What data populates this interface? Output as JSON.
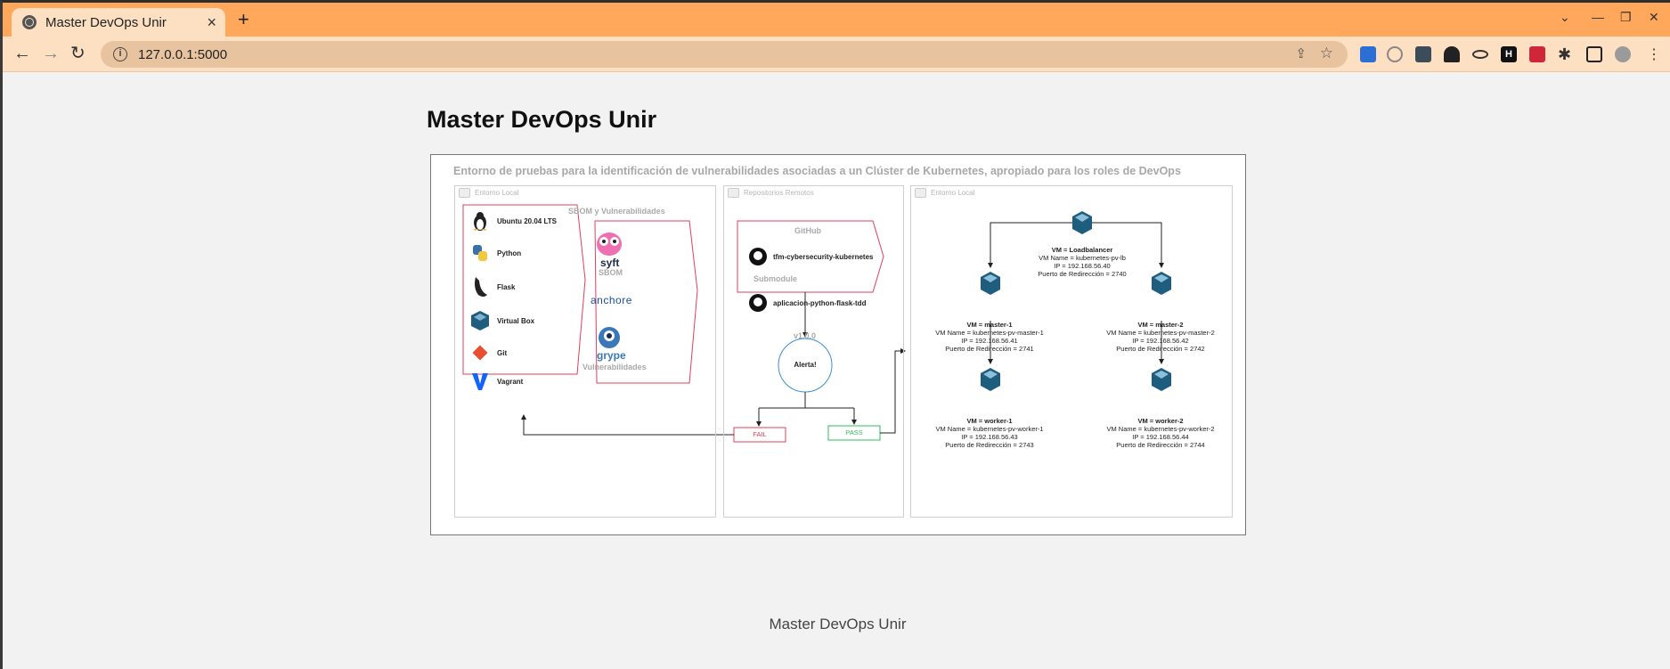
{
  "browser": {
    "tab_title": "Master DevOps Unir",
    "url": "127.0.0.1:5000"
  },
  "page": {
    "heading": "Master DevOps Unir",
    "footer": "Master DevOps Unir"
  },
  "diagram": {
    "caption": "Entorno de pruebas para la identificación de vulnerabilidades asociadas a un Clúster de Kubernetes, apropiado para los roles de DevOps",
    "groups": {
      "local1": "Entorno Local",
      "remote": "Repositorios Remotos",
      "local2": "Entorno Local"
    },
    "tools": [
      "Ubuntu 20.04 LTS",
      "Python",
      "Flask",
      "Virtual Box",
      "Git",
      "Vagrant"
    ],
    "sbom": {
      "header": "SBOM y Vulnerabilidades",
      "syft": "syft",
      "sbom_label": "SBOM",
      "anchore": "anchore",
      "grype": "grype",
      "vuln_label": "Vulnerabilidades"
    },
    "github": {
      "header": "GitHub",
      "repo1": "tfm-cybersecurity-kubernetes",
      "submodule": "Submodule",
      "repo2": "aplicacion-python-flask-tdd",
      "version": "v1.0.0"
    },
    "alert": "Alerta!",
    "fail": "FAIL",
    "pass": "PASS",
    "vms": [
      {
        "title": "VM = Loadbalancer",
        "name": "VM Name = kubernetes-pv-lb",
        "ip": "IP = 192.168.56.40",
        "port": "Puerto de Redirección = 2740"
      },
      {
        "title": "VM = master-1",
        "name": "VM Name = kubernetes-pv-master-1",
        "ip": "IP = 192.168.56.41",
        "port": "Puerto de Redirección = 2741"
      },
      {
        "title": "VM = master-2",
        "name": "VM Name = kubernetes-pv-master-2",
        "ip": "IP = 192.168.56.42",
        "port": "Puerto de Redirección = 2742"
      },
      {
        "title": "VM = worker-1",
        "name": "VM Name = kubernetes-pv-worker-1",
        "ip": "IP = 192.168.56.43",
        "port": "Puerto de Redirección = 2743"
      },
      {
        "title": "VM = worker-2",
        "name": "VM Name = kubernetes-pv-worker-2",
        "ip": "IP = 192.168.56.44",
        "port": "Puerto de Redirección = 2744"
      }
    ]
  }
}
